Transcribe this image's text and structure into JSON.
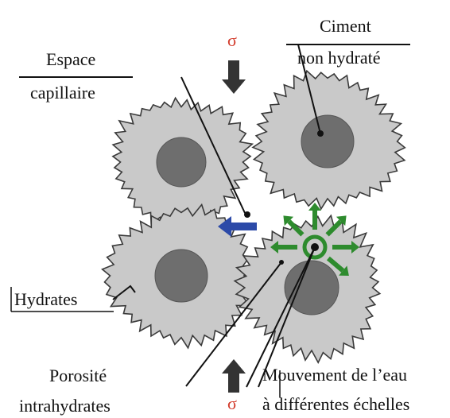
{
  "labels": {
    "ciment_line1": "Ciment",
    "ciment_line2": "non hydraté",
    "espace_line1": "Espace",
    "espace_line2": "capillaire",
    "hydrates": "Hydrates",
    "porosite_line1": "Porosité",
    "porosite_line2": "intrahydrates",
    "mouvement_line1": "Mouvement de l’eau",
    "mouvement_line2": "à différentes échelles",
    "sigma_top": "σ",
    "sigma_bottom": "σ"
  },
  "colors": {
    "grain_fill": "#c9c9c9",
    "grain_stroke": "#3a3a3a",
    "core_fill": "#6e6e6e",
    "sigma": "#d23a2a",
    "load_arrow": "#333333",
    "capillary_arrow": "#2c4aa8",
    "water_arrows": "#2e8b2e"
  }
}
